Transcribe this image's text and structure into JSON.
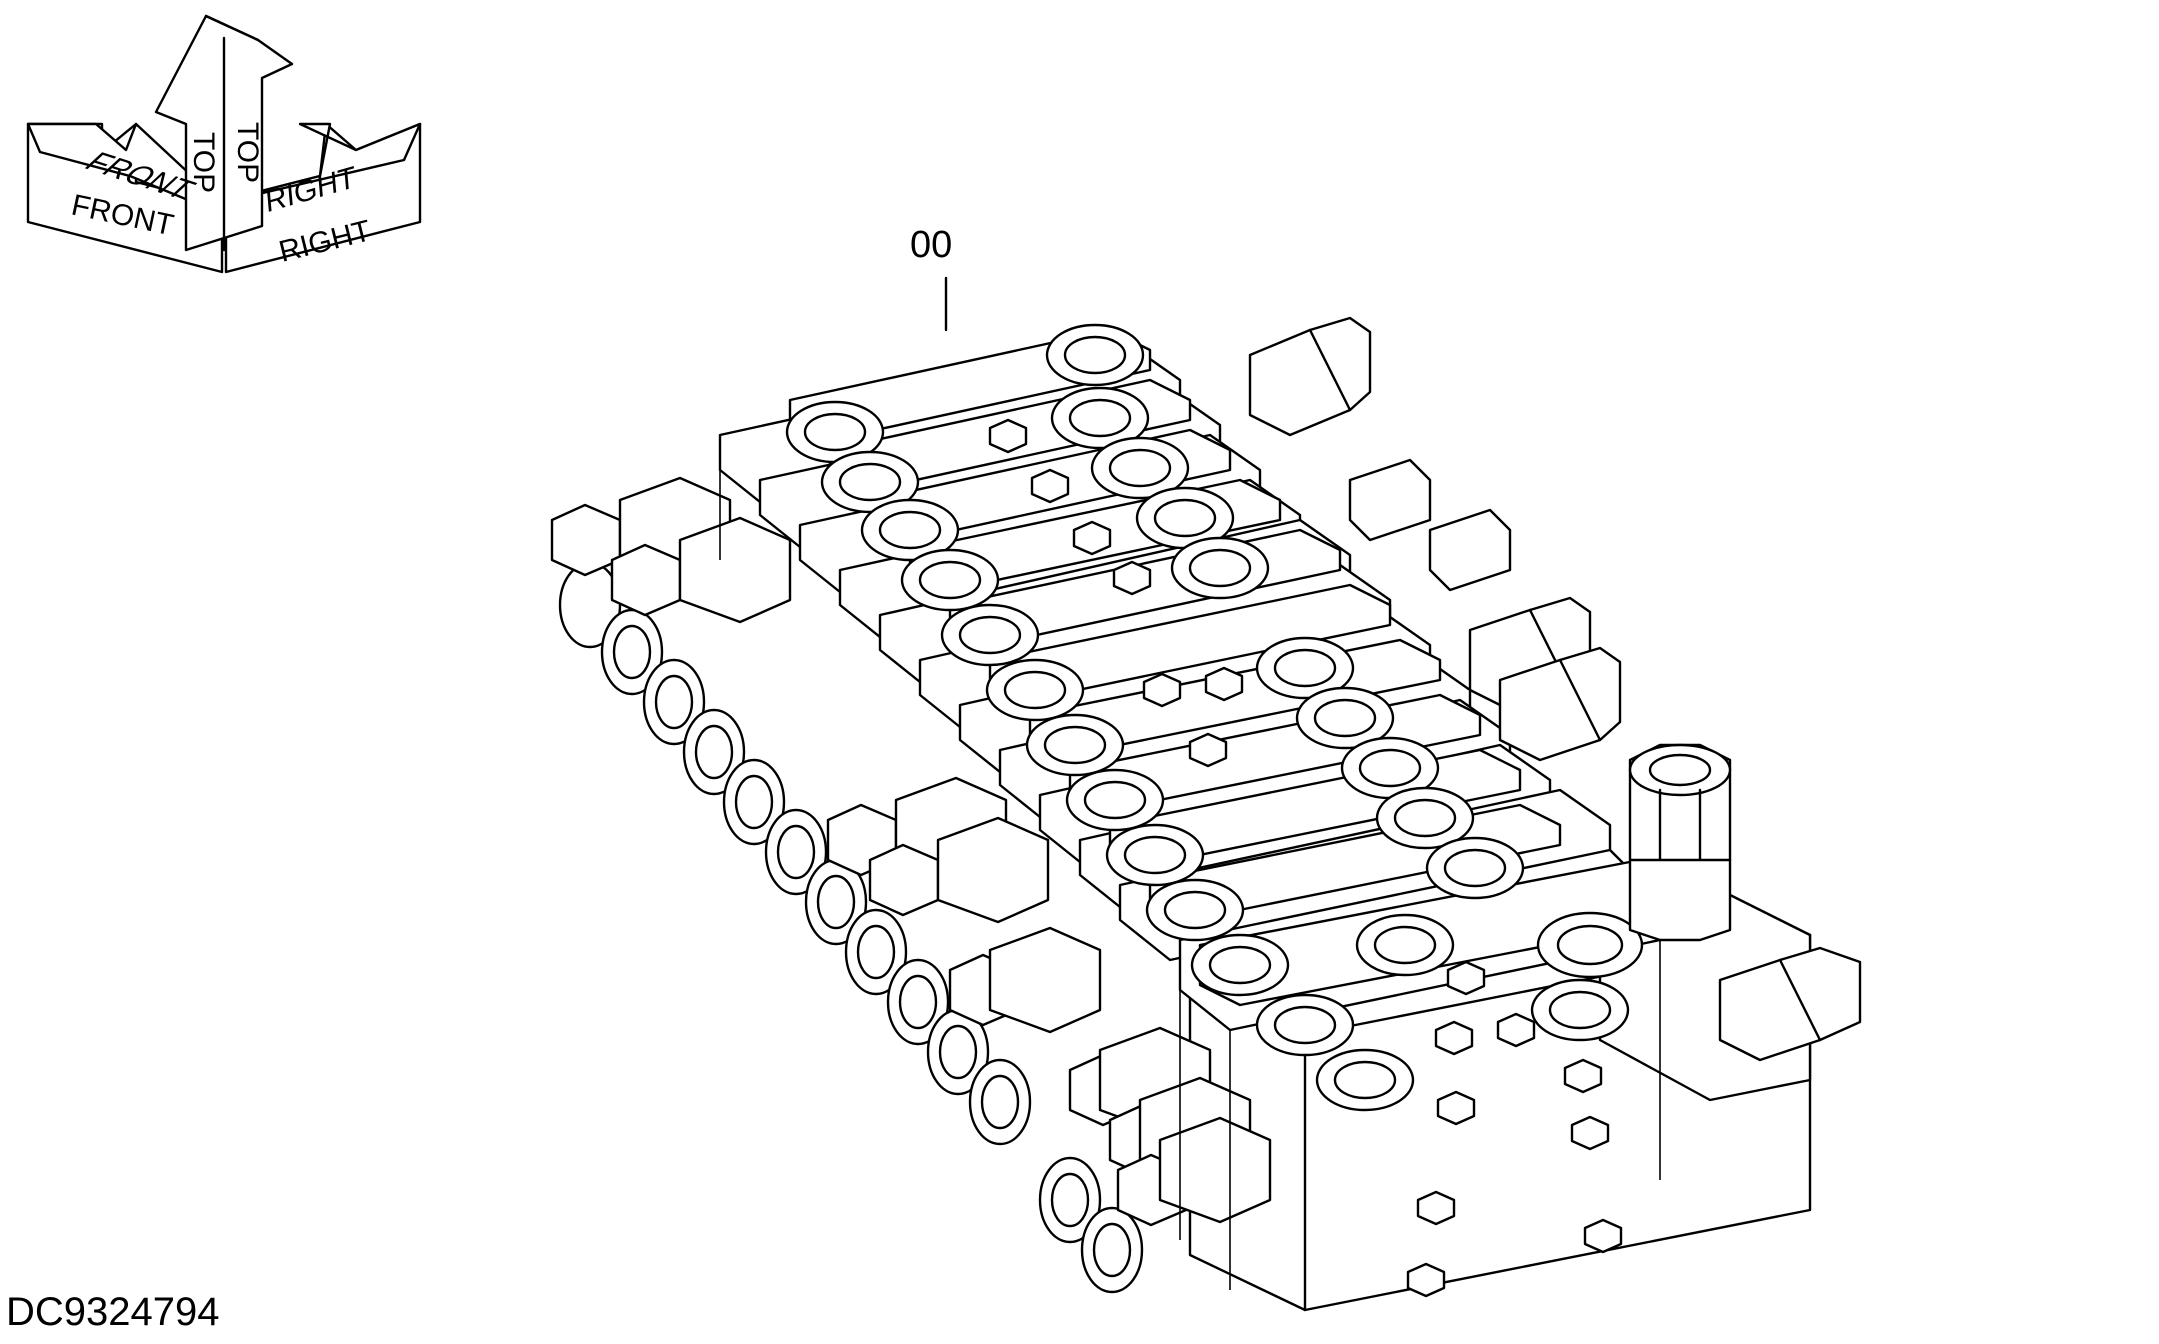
{
  "diagram": {
    "callout": "00",
    "drawing_number": "DC9324794",
    "orientation": {
      "front": "FRONT",
      "top": "TOP",
      "right": "RIGHT"
    }
  }
}
